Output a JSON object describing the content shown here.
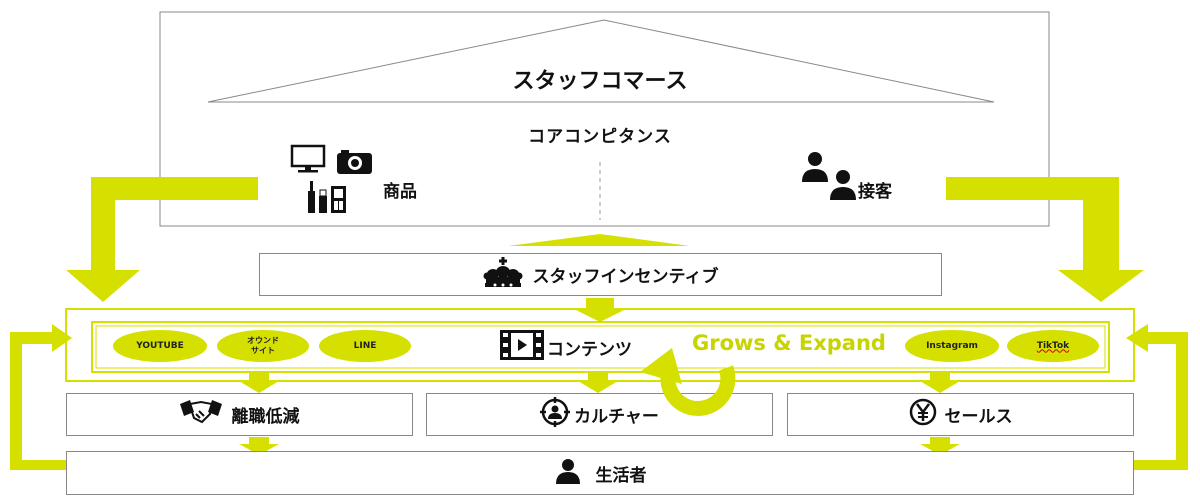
{
  "colors": {
    "accent": "#d6e000",
    "accent_dark": "#c8d400",
    "line": "#888888",
    "icon": "#111111"
  },
  "top": {
    "title": "スタッフコマース",
    "core": "コアコンピタンス",
    "product": "商品",
    "service": "接客"
  },
  "incentive": "スタッフインセンティブ",
  "contents": {
    "center": "コンテンツ",
    "grows": "Grows & Expand",
    "channels_left": [
      "YOUTUBE",
      "オウンド\nサイト",
      "LINE"
    ],
    "channels_right": [
      "Instagram",
      "TikTok"
    ]
  },
  "results": [
    "離職低減",
    "カルチャー",
    "セールス"
  ],
  "consumer": "生活者",
  "icons": {
    "product": [
      "monitor-icon",
      "camera-icon",
      "cosmetics-icon"
    ],
    "service": "people-icon",
    "incentive": "crown-icon",
    "contents": "film-play-icon",
    "results": [
      "handshake-icon",
      "culture-target-icon",
      "yen-icon"
    ],
    "consumer": "person-icon",
    "cycle": "cycle-arrow-icon"
  }
}
